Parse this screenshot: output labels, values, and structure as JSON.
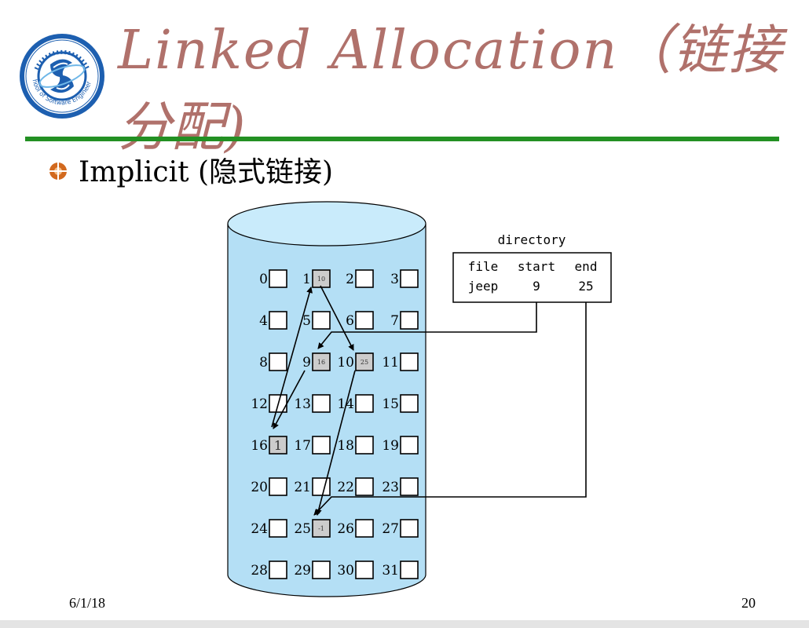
{
  "slide": {
    "title_line1": "Linked  Allocation（链接",
    "title_line2": "分配)",
    "logo_text": "School of Software Engineering",
    "bullet_text": "Implicit (隐式链接)",
    "footer_date": "6/1/18",
    "page_number": "20"
  },
  "diagram": {
    "directory": {
      "caption": "directory",
      "headers": [
        "file",
        "start",
        "end"
      ],
      "row": [
        "jeep",
        "9",
        "25"
      ]
    },
    "blocks": [
      {
        "label": "0"
      },
      {
        "label": "1",
        "pointer": "10"
      },
      {
        "label": "2"
      },
      {
        "label": "3"
      },
      {
        "label": "4"
      },
      {
        "label": "5"
      },
      {
        "label": "6"
      },
      {
        "label": "7"
      },
      {
        "label": "8"
      },
      {
        "label": "9",
        "pointer": "16"
      },
      {
        "label": "10",
        "pointer": "25"
      },
      {
        "label": "11"
      },
      {
        "label": "12"
      },
      {
        "label": "13"
      },
      {
        "label": "14"
      },
      {
        "label": "15"
      },
      {
        "label": "16",
        "pointer": "1"
      },
      {
        "label": "17"
      },
      {
        "label": "18"
      },
      {
        "label": "19"
      },
      {
        "label": "20"
      },
      {
        "label": "21"
      },
      {
        "label": "22"
      },
      {
        "label": "23"
      },
      {
        "label": "24"
      },
      {
        "label": "25",
        "pointer": "-1"
      },
      {
        "label": "26"
      },
      {
        "label": "27"
      },
      {
        "label": "28"
      },
      {
        "label": "29"
      },
      {
        "label": "30"
      },
      {
        "label": "31"
      }
    ]
  },
  "colors": {
    "title": "#b0716b",
    "rule": "#239023",
    "cylinder": "#b4dff5",
    "allocated_block": "#cccccc",
    "bullet": "#d2691e"
  }
}
